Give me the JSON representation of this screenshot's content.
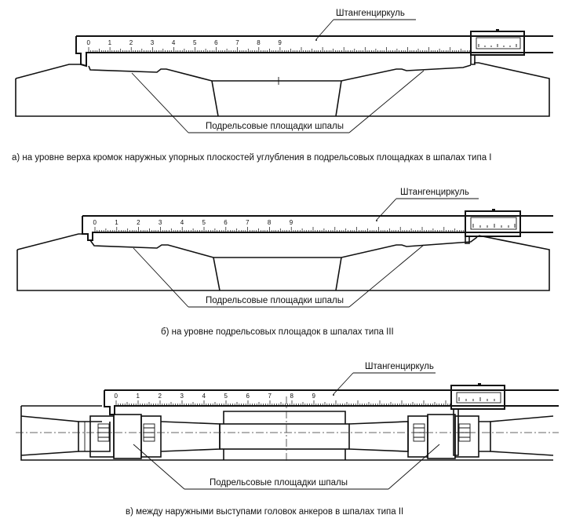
{
  "instrument_label": "Штангенциркуль",
  "pads_label": "Подрельсовые площадки шпалы",
  "scale_numbers": [
    "0",
    "1",
    "2",
    "3",
    "4",
    "5",
    "6",
    "7",
    "8",
    "9"
  ],
  "panels": [
    {
      "id": "a",
      "caption": "а)  на уровне верха кромок наружных упорных плоскостей углубления в подрельсовых площадках в шпалах типа I"
    },
    {
      "id": "b",
      "caption": "б)  на уровне подрельсовых площадок в шпалах типа III"
    },
    {
      "id": "c",
      "caption": "в)  между наружными выступами головок анкеров в шпалах типа II"
    }
  ]
}
